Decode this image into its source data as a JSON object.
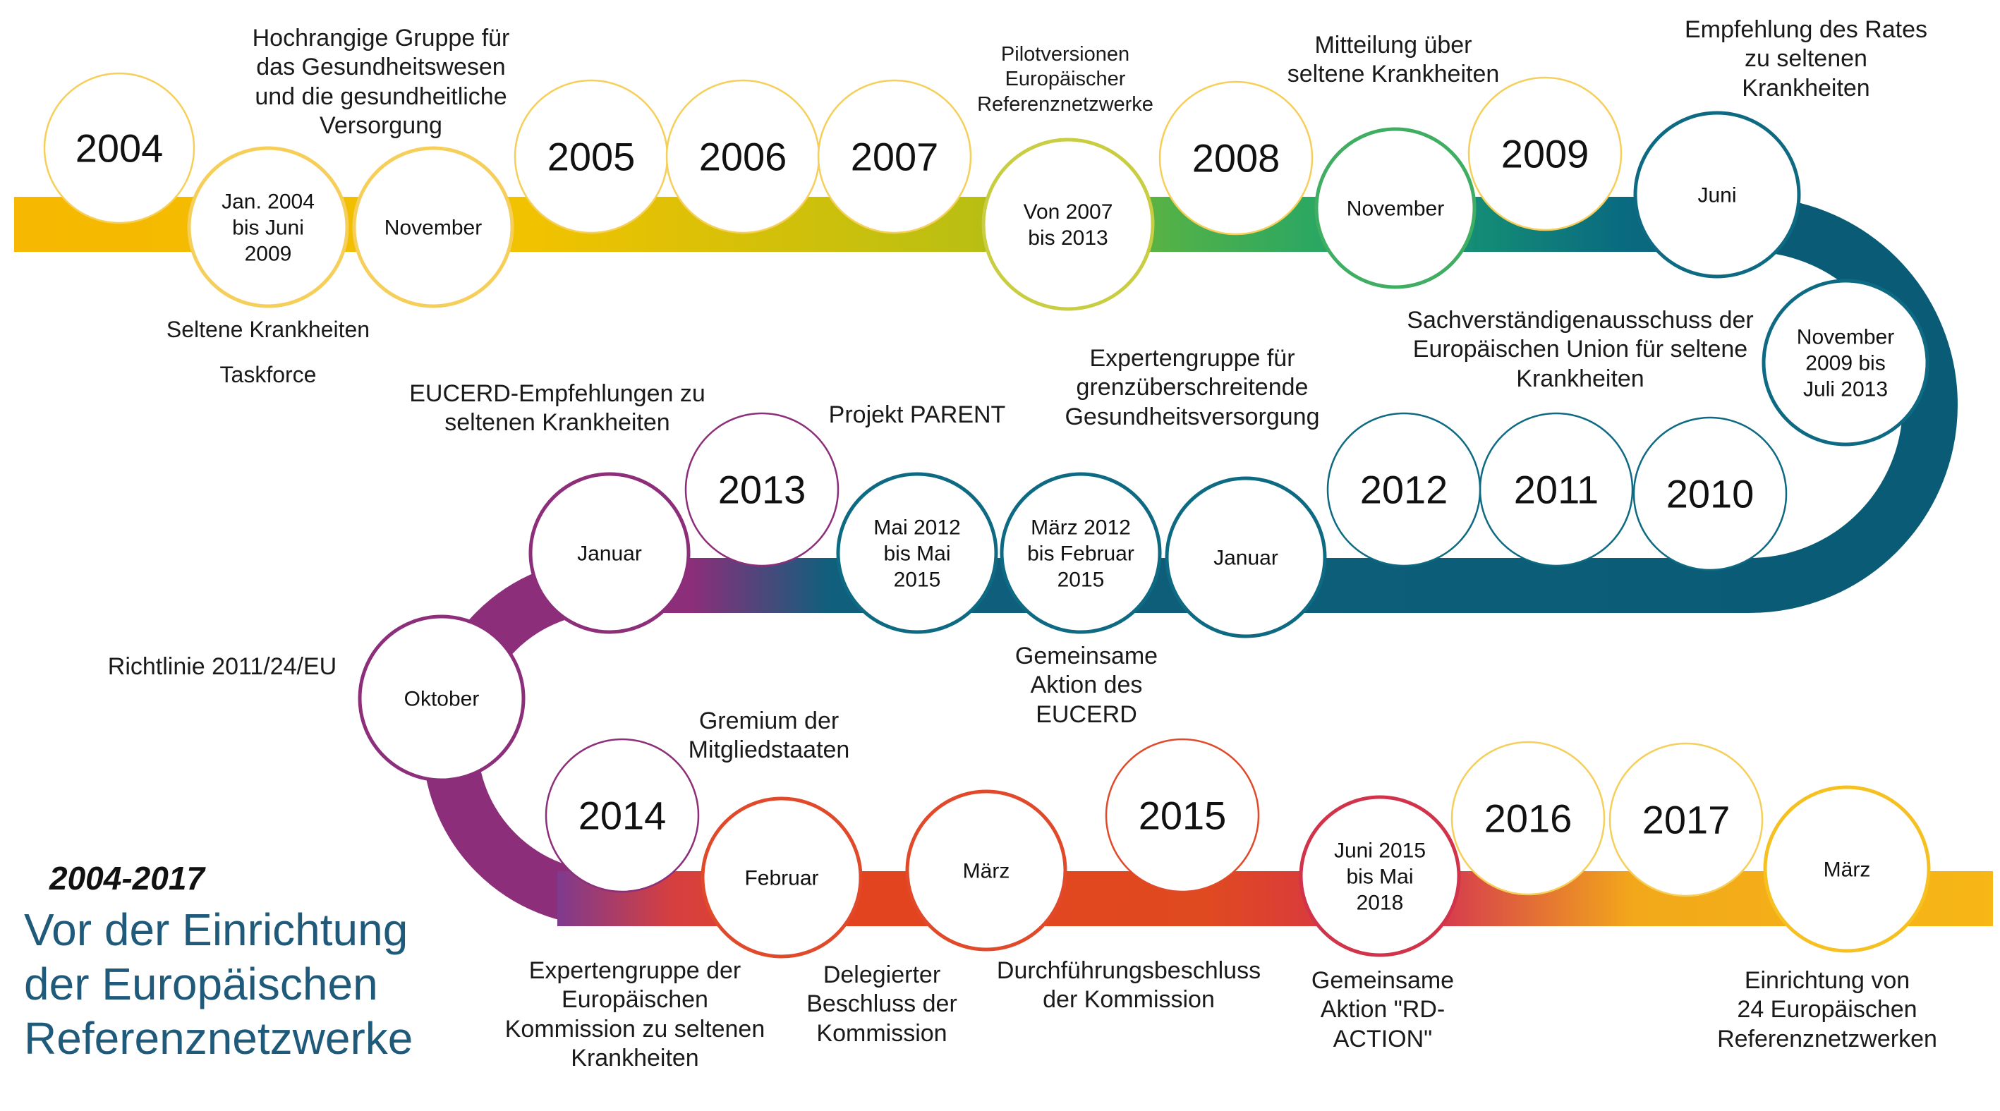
{
  "period": "2004-2017",
  "heading": "Vor der Einrichtung\nder Europäischen\nReferenznetzwerke",
  "milestones": [
    {
      "id": "y2004",
      "text": "2004",
      "kind": "year",
      "color": "#f6cf5a"
    },
    {
      "id": "jan2004",
      "text": "Jan. 2004\nbis Juni\n2009",
      "kind": "event",
      "color": "#f6cf5a"
    },
    {
      "id": "nov2004",
      "text": "November",
      "kind": "event",
      "color": "#f6cf5a"
    },
    {
      "id": "y2005",
      "text": "2005",
      "kind": "year",
      "color": "#f6cf5a"
    },
    {
      "id": "y2006",
      "text": "2006",
      "kind": "year",
      "color": "#f6cf5a"
    },
    {
      "id": "y2007",
      "text": "2007",
      "kind": "year",
      "color": "#f6cf5a"
    },
    {
      "id": "v2007",
      "text": "Von 2007\nbis 2013",
      "kind": "event",
      "color": "#c9cd42"
    },
    {
      "id": "y2008",
      "text": "2008",
      "kind": "year",
      "color": "#f6cf5a"
    },
    {
      "id": "nov2008",
      "text": "November",
      "kind": "event",
      "color": "#3fae63"
    },
    {
      "id": "y2009",
      "text": "2009",
      "kind": "year",
      "color": "#f6cf5a"
    },
    {
      "id": "jun2009",
      "text": "Juni",
      "kind": "event",
      "color": "#0d6a82"
    },
    {
      "id": "nov2009",
      "text": "November\n2009 bis\nJuli 2013",
      "kind": "event",
      "color": "#0d6a82"
    },
    {
      "id": "y2010",
      "text": "2010",
      "kind": "year",
      "color": "#0d6a82"
    },
    {
      "id": "y2011",
      "text": "2011",
      "kind": "year",
      "color": "#0d6a82"
    },
    {
      "id": "y2012",
      "text": "2012",
      "kind": "year",
      "color": "#0d6a82"
    },
    {
      "id": "jan2012",
      "text": "Januar",
      "kind": "event",
      "color": "#0d6a82"
    },
    {
      "id": "mar2012",
      "text": "März 2012\nbis Februar\n2015",
      "kind": "event",
      "color": "#0d6a82"
    },
    {
      "id": "mai2012",
      "text": "Mai 2012\nbis Mai\n2015",
      "kind": "event",
      "color": "#0d6a82"
    },
    {
      "id": "y2013",
      "text": "2013",
      "kind": "year",
      "color": "#8c2e7a"
    },
    {
      "id": "jan2013",
      "text": "Januar",
      "kind": "event",
      "color": "#8c2e7a"
    },
    {
      "id": "okt",
      "text": "Oktober",
      "kind": "event",
      "color": "#8c2e7a"
    },
    {
      "id": "y2014",
      "text": "2014",
      "kind": "year",
      "color": "#8c2e7a"
    },
    {
      "id": "feb2014",
      "text": "Februar",
      "kind": "event",
      "color": "#e04a2a"
    },
    {
      "id": "mar2014",
      "text": "März",
      "kind": "event",
      "color": "#e04a2a"
    },
    {
      "id": "y2015",
      "text": "2015",
      "kind": "year",
      "color": "#e04a2a"
    },
    {
      "id": "jun2015",
      "text": "Juni 2015\nbis Mai\n2018",
      "kind": "event",
      "color": "#d0334a"
    },
    {
      "id": "y2016",
      "text": "2016",
      "kind": "year",
      "color": "#f6cf5a"
    },
    {
      "id": "y2017",
      "text": "2017",
      "kind": "year",
      "color": "#f6cf5a"
    },
    {
      "id": "mar2017",
      "text": "März",
      "kind": "event",
      "color": "#f6c020"
    }
  ],
  "annotations": [
    {
      "id": "hlg",
      "text": "Hochrangige Gruppe für\ndas Gesundheitswesen\nund die gesundheitliche\nVersorgung"
    },
    {
      "id": "srk",
      "text": "Seltene Krankheiten"
    },
    {
      "id": "tf",
      "text": "Taskforce"
    },
    {
      "id": "pilot",
      "text": "Pilotversionen\nEuropäischer\nReferenznetzwerke"
    },
    {
      "id": "mitt",
      "text": "Mitteilung über\nseltene Krankheiten"
    },
    {
      "id": "empf",
      "text": "Empfehlung des Rates\nzu seltenen\nKrankheiten"
    },
    {
      "id": "sach",
      "text": "Sachverständigenausschuss der\nEuropäischen Union für seltene\nKrankheiten"
    },
    {
      "id": "expg",
      "text": "Expertengruppe für\ngrenzüberschreitende\nGesundheitsversorgung"
    },
    {
      "id": "parent",
      "text": "Projekt PARENT"
    },
    {
      "id": "eucerd",
      "text": "EUCERD-Empfehlungen zu\nseltenen Krankheiten"
    },
    {
      "id": "gem",
      "text": "Gemeinsame\nAktion des\nEUCERD"
    },
    {
      "id": "rl",
      "text": "Richtlinie 2011/24/EU"
    },
    {
      "id": "grem",
      "text": "Gremium der\nMitgliedstaaten"
    },
    {
      "id": "expk",
      "text": "Expertengruppe der\nEuropäischen\nKommission zu seltenen\nKrankheiten"
    },
    {
      "id": "deleg",
      "text": "Delegierter\nBeschluss der\nKommission"
    },
    {
      "id": "durch",
      "text": "Durchführungsbeschluss\nder Kommission"
    },
    {
      "id": "rdaction",
      "text": "Gemeinsame\nAktion \"RD-\nACTION\""
    },
    {
      "id": "einr",
      "text": "Einrichtung von\n24 Europäischen\nReferenznetzwerken"
    }
  ]
}
